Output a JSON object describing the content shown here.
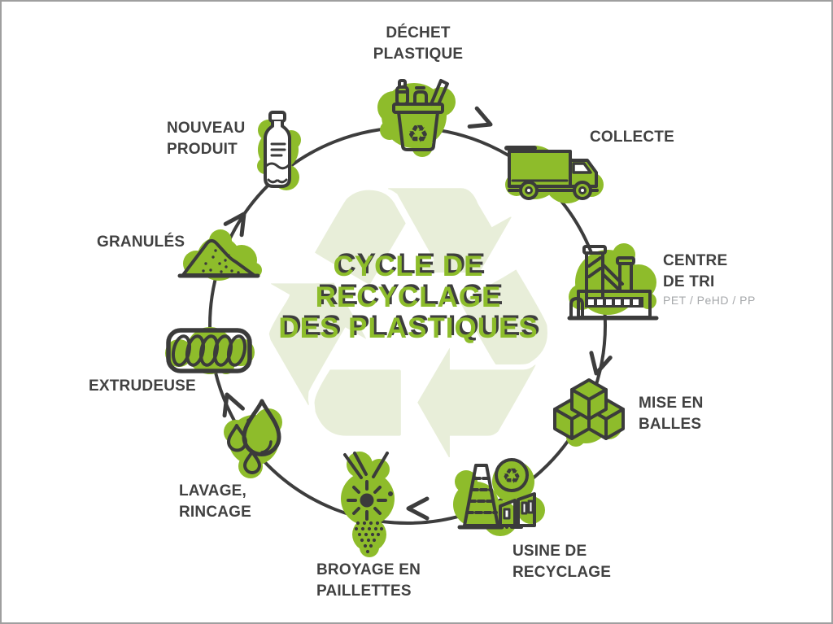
{
  "colors": {
    "accent_green": "#8ebc2b",
    "outline_dark": "#3b3b3b",
    "label_text": "#414141",
    "subtext_gray": "#a6a8ab",
    "title_green": "#8dbd2b",
    "title_shadow": "#3e3e3e",
    "watermark_green": "#e8eed9",
    "background": "#ffffff",
    "border_gray": "#9f9f9f"
  },
  "title": {
    "lines": [
      "CYCLE DE",
      "RECYCLAGE",
      "DES PLASTIQUES"
    ]
  },
  "watermark": {
    "name": "recycling-symbol",
    "glyph": "♻"
  },
  "stages": [
    {
      "name": "dechet-plastique",
      "lines": [
        "DÉCHET",
        "PLASTIQUE"
      ],
      "icon": "recycle-bin-icon"
    },
    {
      "name": "collecte",
      "lines": [
        "COLLECTE"
      ],
      "icon": "truck-icon"
    },
    {
      "name": "centre-de-tri",
      "lines": [
        "CENTRE",
        "DE TRI"
      ],
      "sub": "PET / PeHD / PP",
      "icon": "sorting-factory-icon"
    },
    {
      "name": "mise-en-balles",
      "lines": [
        "MISE EN",
        "BALLES"
      ],
      "icon": "bales-cubes-icon"
    },
    {
      "name": "usine-de-recyclage",
      "lines": [
        "USINE DE",
        "RECYCLAGE"
      ],
      "icon": "recycling-plant-icon"
    },
    {
      "name": "broyage-en-paillettes",
      "lines": [
        "BROYAGE EN",
        "PAILLETTES"
      ],
      "icon": "shredder-icon"
    },
    {
      "name": "lavage-rincage",
      "lines": [
        "LAVAGE,",
        "RINCAGE"
      ],
      "icon": "water-drops-icon"
    },
    {
      "name": "extrudeuse",
      "lines": [
        "EXTRUDEUSE"
      ],
      "icon": "extruder-icon"
    },
    {
      "name": "granules",
      "lines": [
        "GRANULÉS"
      ],
      "icon": "granules-pile-icon"
    },
    {
      "name": "nouveau-produit",
      "lines": [
        "NOUVEAU",
        "PRODUIT"
      ],
      "icon": "bottle-icon"
    }
  ]
}
